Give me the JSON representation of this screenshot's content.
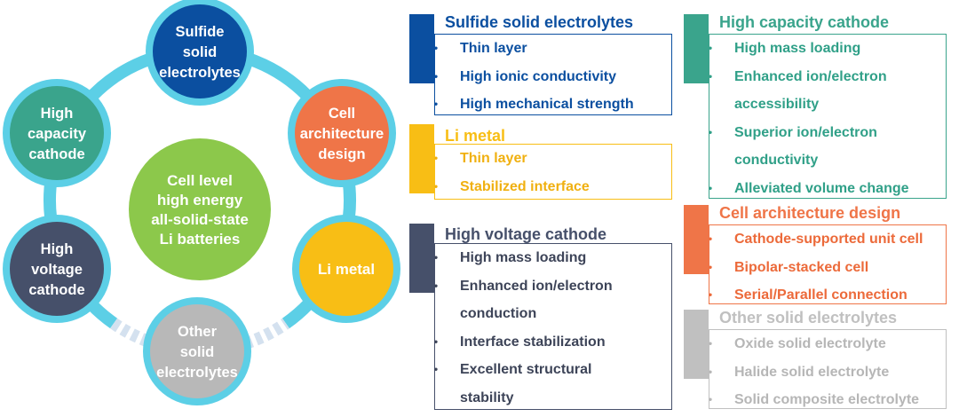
{
  "hub": {
    "lines": [
      "Cell level",
      "high energy",
      "all-solid-state",
      "Li batteries"
    ],
    "color": "#8cc84b"
  },
  "nodes": [
    {
      "id": "sulfide",
      "lines": [
        "Sulfide",
        "solid",
        "electrolytes"
      ],
      "color": "#0b4fa0",
      "icon": "sulfide-solid-electrolytes-node"
    },
    {
      "id": "cell-architecture",
      "lines": [
        "Cell",
        "architecture",
        "design"
      ],
      "color": "#ef7548",
      "icon": "cell-architecture-design-node"
    },
    {
      "id": "li-metal",
      "lines": [
        "Li metal"
      ],
      "color": "#f8be15",
      "icon": "li-metal-node"
    },
    {
      "id": "other-solid",
      "lines": [
        "Other",
        "solid",
        "electrolytes"
      ],
      "color": "#b8b8b8",
      "icon": "other-solid-electrolytes-node"
    },
    {
      "id": "high-voltage",
      "lines": [
        "High",
        "voltage",
        "cathode"
      ],
      "color": "#46506a",
      "icon": "high-voltage-cathode-node"
    },
    {
      "id": "high-capacity",
      "lines": [
        "High",
        "capacity",
        "cathode"
      ],
      "color": "#3aa48c",
      "icon": "high-capacity-cathode-node"
    }
  ],
  "ring_color": "#5ccfe6",
  "ring_dashed_color": "#d4e1ef",
  "panels": {
    "sulfide": {
      "title": "Sulfide solid electrolytes",
      "color": "#0b4fa0",
      "text_color": "#0b4fa0",
      "items": [
        "Thin layer",
        "High ionic conductivity",
        "High mechanical strength"
      ]
    },
    "li_metal": {
      "title": "Li metal",
      "color": "#f8be15",
      "text_color": "#f0b010",
      "items": [
        "Thin layer",
        "Stabilized interface"
      ]
    },
    "high_voltage": {
      "title": "High voltage cathode",
      "color": "#46506a",
      "text_color": "#3d4458",
      "items": [
        "High mass loading",
        "Enhanced ion/electron conduction",
        "Interface stabilization",
        "Excellent structural stability"
      ]
    },
    "high_capacity": {
      "title": "High capacity cathode",
      "color": "#3aa48c",
      "text_color": "#30a088",
      "items": [
        "High mass loading",
        "Enhanced ion/electron accessibility",
        "Superior ion/electron conductivity",
        "Alleviated volume change"
      ]
    },
    "cell_architecture": {
      "title": "Cell architecture design",
      "color": "#ef7548",
      "text_color": "#ec6a3a",
      "items": [
        "Cathode-supported unit cell",
        "Bipolar-stacked cell",
        "Serial/Parallel connection"
      ]
    },
    "other_solid": {
      "title": "Other solid electrolytes",
      "color": "#c0c0c0",
      "text_color": "#b6b6b6",
      "items": [
        "Oxide solid electrolyte",
        "Halide solid electrolyte",
        "Solid composite electrolyte"
      ]
    }
  }
}
